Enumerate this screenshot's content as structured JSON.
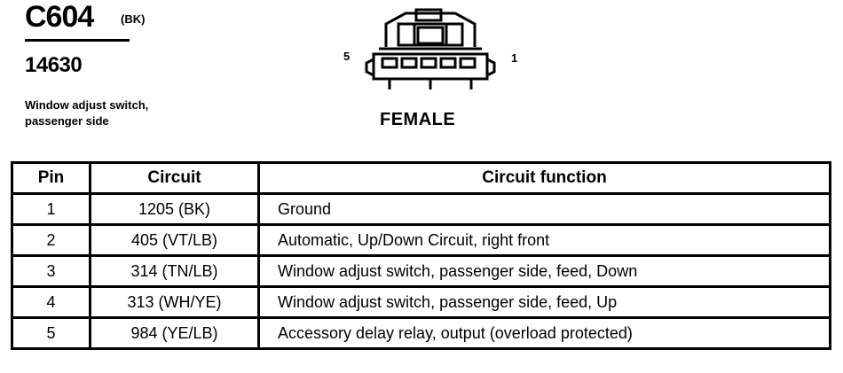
{
  "header": {
    "connector_id": "C604",
    "color_code": "(BK)",
    "part_number": "14630",
    "description": "Window adjust switch, passenger side"
  },
  "diagram": {
    "pin_left_label": "5",
    "pin_right_label": "1",
    "gender_label": "FEMALE"
  },
  "table": {
    "headers": [
      "Pin",
      "Circuit",
      "Circuit function"
    ],
    "rows": [
      {
        "pin": "1",
        "circuit": "1205 (BK)",
        "function": "Ground"
      },
      {
        "pin": "2",
        "circuit": "405 (VT/LB)",
        "function": "Automatic, Up/Down Circuit, right front"
      },
      {
        "pin": "3",
        "circuit": "314 (TN/LB)",
        "function": "Window adjust switch, passenger side, feed, Down"
      },
      {
        "pin": "4",
        "circuit": "313 (WH/YE)",
        "function": "Window adjust switch, passenger side, feed, Up"
      },
      {
        "pin": "5",
        "circuit": "984 (YE/LB)",
        "function": "Accessory delay relay, output (overload protected)"
      }
    ]
  }
}
